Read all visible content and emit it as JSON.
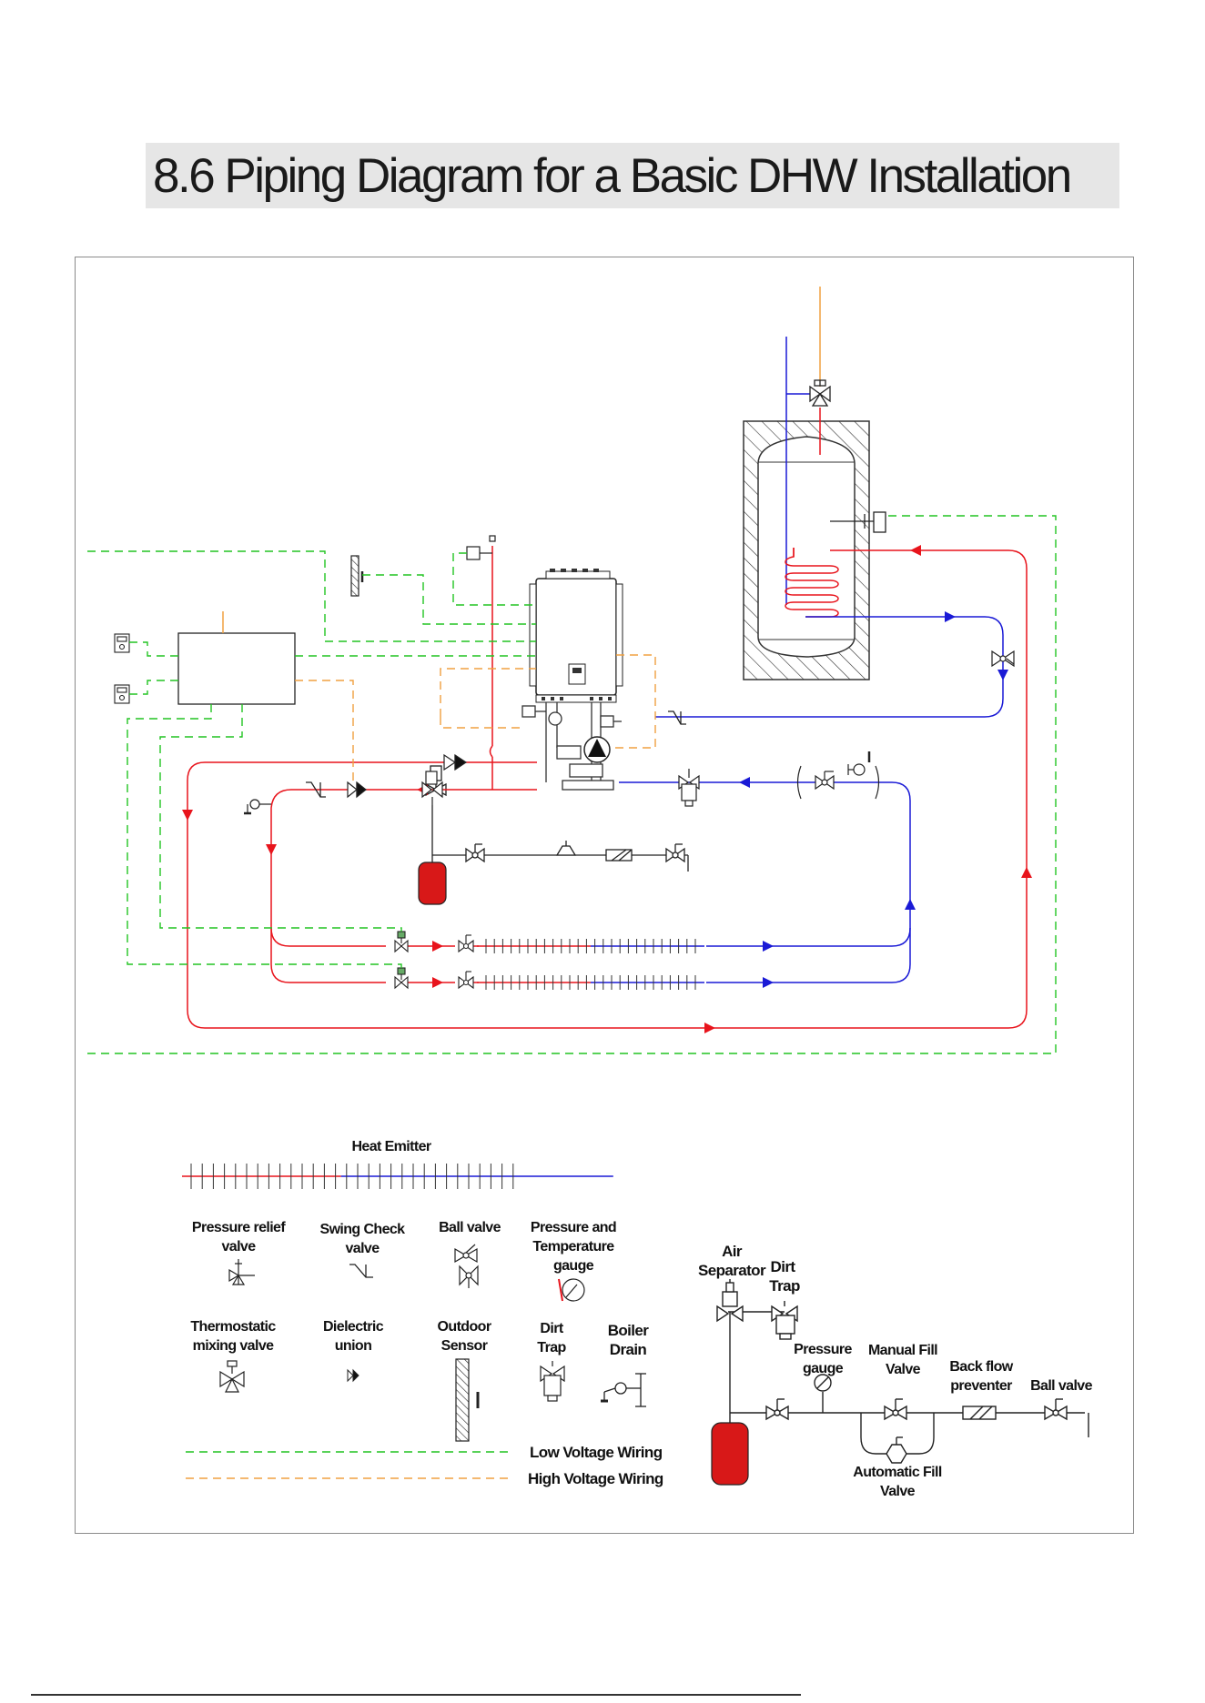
{
  "page": {
    "title": "8.6  Piping Diagram for a Basic DHW Installation"
  },
  "colors": {
    "supply": "#e8141c",
    "return": "#1a1ad6",
    "low_voltage": "#22c422",
    "high_voltage": "#f0a040",
    "tank_fill": "#d81818"
  },
  "legend": {
    "heat_emitter": "Heat Emitter",
    "pressure_relief_valve": [
      "Pressure relief",
      "valve"
    ],
    "swing_check_valve": [
      "Swing Check",
      "valve"
    ],
    "ball_valve": "Ball valve",
    "pt_gauge": [
      "Pressure and",
      "Temperature",
      "gauge"
    ],
    "thermostatic_mixing_valve": [
      "Thermostatic",
      "mixing valve"
    ],
    "dielectric_union": [
      "Dielectric",
      "union"
    ],
    "outdoor_sensor": [
      "Outdoor",
      "Sensor"
    ],
    "dirt_trap": [
      "Dirt",
      "Trap"
    ],
    "boiler_drain": [
      "Boiler",
      "Drain"
    ],
    "low_voltage_wiring": "Low Voltage Wiring",
    "high_voltage_wiring": "High Voltage Wiring"
  },
  "inset": {
    "air_separator": [
      "Air",
      "Separator"
    ],
    "dirt_trap": [
      "Dirt",
      "Trap"
    ],
    "pressure_gauge": [
      "Pressure",
      "gauge"
    ],
    "manual_fill_valve": [
      "Manual Fill",
      "Valve"
    ],
    "back_flow_preventer": [
      "Back flow",
      "preventer"
    ],
    "ball_valve": "Ball valve",
    "automatic_fill_valve": [
      "Automatic Fill",
      "Valve"
    ]
  }
}
